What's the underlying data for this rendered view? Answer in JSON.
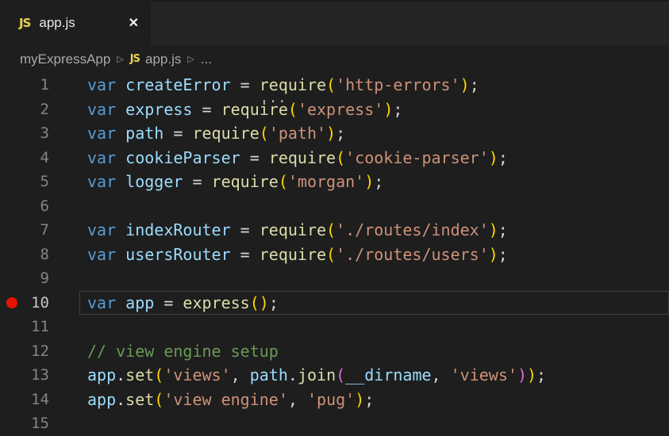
{
  "tab": {
    "label": "app.js",
    "js_icon": "JS",
    "close_glyph": "✕"
  },
  "breadcrumb": {
    "folder": "myExpressApp",
    "file": "app.js",
    "more": "...",
    "separator1": "▷",
    "separator2": "▷",
    "js_icon": "JS"
  },
  "editor": {
    "language": "javascript",
    "lines": [
      {
        "n": 1,
        "breakpoint": false,
        "current": false,
        "tokens": [
          [
            "var ",
            "kw"
          ],
          [
            "createError",
            "id"
          ],
          [
            " = ",
            "pn"
          ],
          [
            "require",
            "fn hint"
          ],
          [
            "(",
            "b1"
          ],
          [
            "'http-errors'",
            "st"
          ],
          [
            ")",
            "b1"
          ],
          [
            ";",
            "pn"
          ]
        ]
      },
      {
        "n": 2,
        "breakpoint": false,
        "current": false,
        "tokens": [
          [
            "var ",
            "kw"
          ],
          [
            "express",
            "id"
          ],
          [
            " = ",
            "pn"
          ],
          [
            "require",
            "fn"
          ],
          [
            "(",
            "b1"
          ],
          [
            "'express'",
            "st"
          ],
          [
            ")",
            "b1"
          ],
          [
            ";",
            "pn"
          ]
        ]
      },
      {
        "n": 3,
        "breakpoint": false,
        "current": false,
        "tokens": [
          [
            "var ",
            "kw"
          ],
          [
            "path",
            "id"
          ],
          [
            " = ",
            "pn"
          ],
          [
            "require",
            "fn"
          ],
          [
            "(",
            "b1"
          ],
          [
            "'path'",
            "st"
          ],
          [
            ")",
            "b1"
          ],
          [
            ";",
            "pn"
          ]
        ]
      },
      {
        "n": 4,
        "breakpoint": false,
        "current": false,
        "tokens": [
          [
            "var ",
            "kw"
          ],
          [
            "cookieParser",
            "id"
          ],
          [
            " = ",
            "pn"
          ],
          [
            "require",
            "fn"
          ],
          [
            "(",
            "b1"
          ],
          [
            "'cookie-parser'",
            "st"
          ],
          [
            ")",
            "b1"
          ],
          [
            ";",
            "pn"
          ]
        ]
      },
      {
        "n": 5,
        "breakpoint": false,
        "current": false,
        "tokens": [
          [
            "var ",
            "kw"
          ],
          [
            "logger",
            "id"
          ],
          [
            " = ",
            "pn"
          ],
          [
            "require",
            "fn"
          ],
          [
            "(",
            "b1"
          ],
          [
            "'morgan'",
            "st"
          ],
          [
            ")",
            "b1"
          ],
          [
            ";",
            "pn"
          ]
        ]
      },
      {
        "n": 6,
        "breakpoint": false,
        "current": false,
        "tokens": []
      },
      {
        "n": 7,
        "breakpoint": false,
        "current": false,
        "tokens": [
          [
            "var ",
            "kw"
          ],
          [
            "indexRouter",
            "id"
          ],
          [
            " = ",
            "pn"
          ],
          [
            "require",
            "fn"
          ],
          [
            "(",
            "b1"
          ],
          [
            "'./routes/index'",
            "st"
          ],
          [
            ")",
            "b1"
          ],
          [
            ";",
            "pn"
          ]
        ]
      },
      {
        "n": 8,
        "breakpoint": false,
        "current": false,
        "tokens": [
          [
            "var ",
            "kw"
          ],
          [
            "usersRouter",
            "id"
          ],
          [
            " = ",
            "pn"
          ],
          [
            "require",
            "fn"
          ],
          [
            "(",
            "b1"
          ],
          [
            "'./routes/users'",
            "st"
          ],
          [
            ")",
            "b1"
          ],
          [
            ";",
            "pn"
          ]
        ]
      },
      {
        "n": 9,
        "breakpoint": false,
        "current": false,
        "tokens": []
      },
      {
        "n": 10,
        "breakpoint": true,
        "current": true,
        "tokens": [
          [
            "var ",
            "kw"
          ],
          [
            "app",
            "id"
          ],
          [
            " = ",
            "pn"
          ],
          [
            "express",
            "fn"
          ],
          [
            "(",
            "b1"
          ],
          [
            ")",
            "b1"
          ],
          [
            ";",
            "pn"
          ]
        ]
      },
      {
        "n": 11,
        "breakpoint": false,
        "current": false,
        "tokens": []
      },
      {
        "n": 12,
        "breakpoint": false,
        "current": false,
        "tokens": [
          [
            "// view engine setup",
            "cm"
          ]
        ]
      },
      {
        "n": 13,
        "breakpoint": false,
        "current": false,
        "tokens": [
          [
            "app",
            "id"
          ],
          [
            ".",
            "pn"
          ],
          [
            "set",
            "fn"
          ],
          [
            "(",
            "b1"
          ],
          [
            "'views'",
            "st"
          ],
          [
            ", ",
            "pn"
          ],
          [
            "path",
            "id"
          ],
          [
            ".",
            "pn"
          ],
          [
            "join",
            "fn"
          ],
          [
            "(",
            "b2"
          ],
          [
            "__dirname",
            "id"
          ],
          [
            ", ",
            "pn"
          ],
          [
            "'views'",
            "st"
          ],
          [
            ")",
            "b2"
          ],
          [
            ")",
            "b1"
          ],
          [
            ";",
            "pn"
          ]
        ]
      },
      {
        "n": 14,
        "breakpoint": false,
        "current": false,
        "tokens": [
          [
            "app",
            "id"
          ],
          [
            ".",
            "pn"
          ],
          [
            "set",
            "fn"
          ],
          [
            "(",
            "b1"
          ],
          [
            "'view engine'",
            "st"
          ],
          [
            ", ",
            "pn"
          ],
          [
            "'pug'",
            "st"
          ],
          [
            ")",
            "b1"
          ],
          [
            ";",
            "pn"
          ]
        ]
      },
      {
        "n": 15,
        "breakpoint": false,
        "current": false,
        "tokens": []
      }
    ]
  },
  "colors": {
    "editor_bg": "#1e1e1e",
    "tabbar_bg": "#252526",
    "tab_text": "#e9e9e9",
    "breadcrumb_text": "#a9a9a9",
    "js_icon": "#e8d44d",
    "keyword": "#569cd6",
    "variable": "#9cdcfe",
    "function": "#dcdcaa",
    "string": "#ce9178",
    "comment": "#6a9955",
    "punctuation": "#d4d4d4",
    "bracket1": "#ffd700",
    "bracket2": "#da70d6",
    "line_number": "#858585",
    "line_number_active": "#c6c6c6",
    "breakpoint": "#e51400",
    "current_line_border": "#3f3f3f"
  }
}
